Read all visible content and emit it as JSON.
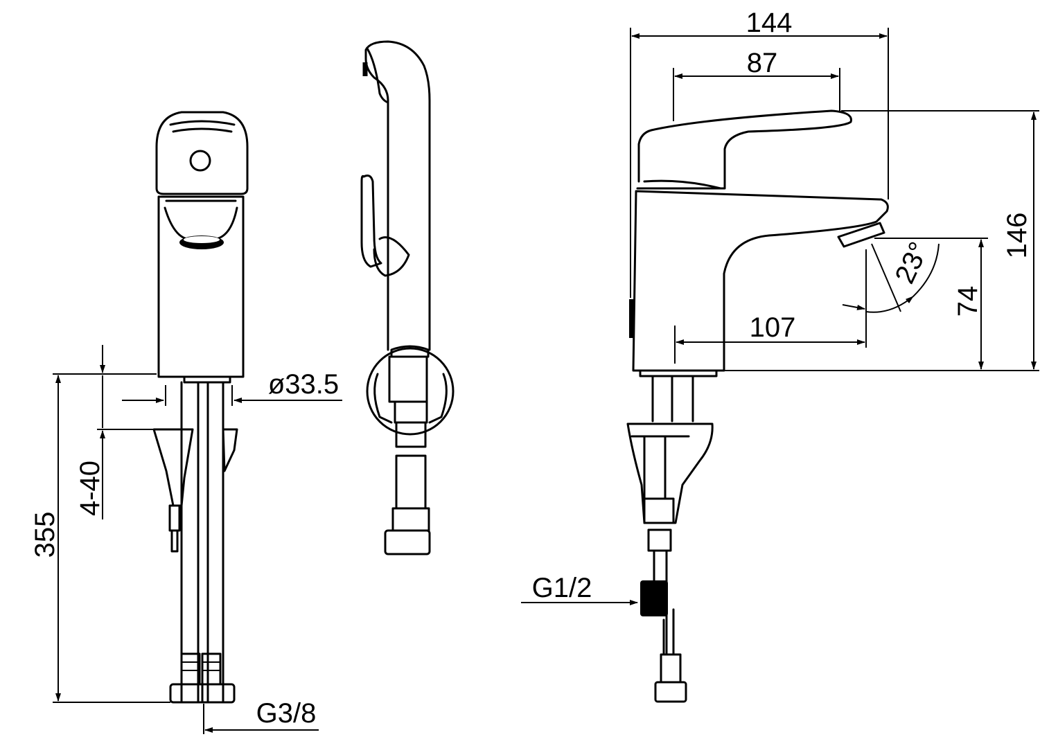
{
  "dimensions": {
    "width_total": "144",
    "width_handle": "87",
    "height_total": "146",
    "height_spout": "74",
    "reach": "107",
    "angle": "23°",
    "hole_diameter": "ø33.5",
    "counter_thickness": "4-40",
    "hose_length": "355",
    "thread_inlet": "G3/8",
    "thread_outlet": "G1/2"
  }
}
